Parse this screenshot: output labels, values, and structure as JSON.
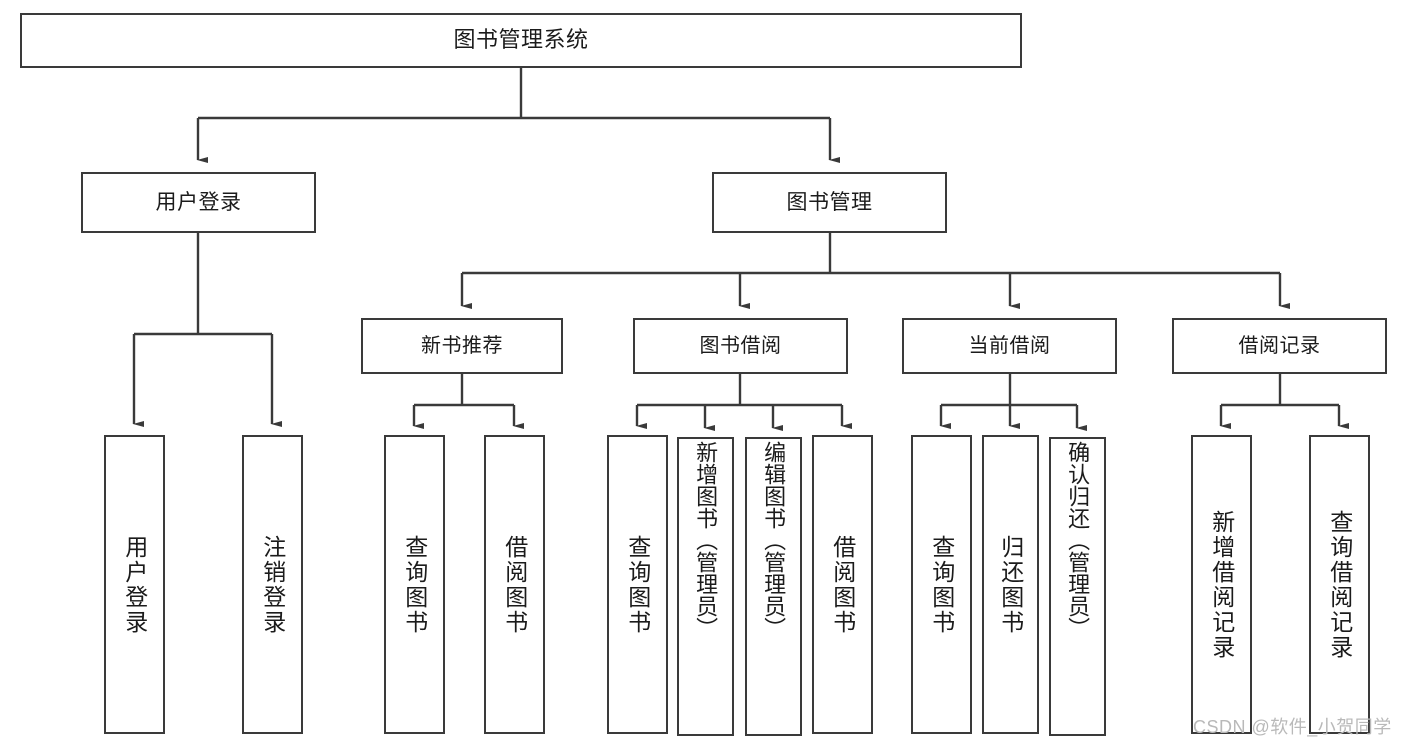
{
  "diagram": {
    "title": "图书管理系统",
    "watermark": "CSDN @软件_小贺同学",
    "stroke_color": "#3a3a3a",
    "text_color": "#1b1b1b",
    "background": "#ffffff"
  },
  "nodes": {
    "root": {
      "label": "图书管理系统"
    },
    "level2": [
      {
        "label": "用户登录"
      },
      {
        "label": "图书管理"
      }
    ],
    "level3": [
      {
        "label": "新书推荐"
      },
      {
        "label": "图书借阅"
      },
      {
        "label": "当前借阅"
      },
      {
        "label": "借阅记录"
      }
    ],
    "leaves": {
      "user_login": [
        {
          "label": "用户登录"
        },
        {
          "label": "注销登录"
        }
      ],
      "new_book": [
        {
          "label": "查询图书"
        },
        {
          "label": "借阅图书"
        }
      ],
      "borrow_book": [
        {
          "label": "查询图书"
        },
        {
          "label": "新增图书（管理员）"
        },
        {
          "label": "编辑图书（管理员）"
        },
        {
          "label": "借阅图书"
        }
      ],
      "current_borrow": [
        {
          "label": "查询图书"
        },
        {
          "label": "归还图书"
        },
        {
          "label": "确认归还（管理员）"
        }
      ],
      "borrow_record": [
        {
          "label": "新增借阅记录"
        },
        {
          "label": "查询借阅记录"
        }
      ]
    }
  },
  "chart_data": {
    "type": "tree",
    "title": "图书管理系统",
    "orientation": "top-down",
    "nodes": [
      {
        "id": "root",
        "label": "图书管理系统",
        "level": 0,
        "parent": null
      },
      {
        "id": "user-login",
        "label": "用户登录",
        "level": 1,
        "parent": "root"
      },
      {
        "id": "book-mgmt",
        "label": "图书管理",
        "level": 1,
        "parent": "root"
      },
      {
        "id": "new-book-rec",
        "label": "新书推荐",
        "level": 2,
        "parent": "book-mgmt"
      },
      {
        "id": "book-borrow",
        "label": "图书借阅",
        "level": 2,
        "parent": "book-mgmt"
      },
      {
        "id": "current-borrow",
        "label": "当前借阅",
        "level": 2,
        "parent": "book-mgmt"
      },
      {
        "id": "borrow-record",
        "label": "借阅记录",
        "level": 2,
        "parent": "book-mgmt"
      },
      {
        "id": "ul-1",
        "label": "用户登录",
        "level": 2,
        "parent": "user-login"
      },
      {
        "id": "ul-2",
        "label": "注销登录",
        "level": 2,
        "parent": "user-login"
      },
      {
        "id": "nb-1",
        "label": "查询图书",
        "level": 3,
        "parent": "new-book-rec"
      },
      {
        "id": "nb-2",
        "label": "借阅图书",
        "level": 3,
        "parent": "new-book-rec"
      },
      {
        "id": "bb-1",
        "label": "查询图书",
        "level": 3,
        "parent": "book-borrow"
      },
      {
        "id": "bb-2",
        "label": "新增图书（管理员）",
        "level": 3,
        "parent": "book-borrow"
      },
      {
        "id": "bb-3",
        "label": "编辑图书（管理员）",
        "level": 3,
        "parent": "book-borrow"
      },
      {
        "id": "bb-4",
        "label": "借阅图书",
        "level": 3,
        "parent": "book-borrow"
      },
      {
        "id": "cb-1",
        "label": "查询图书",
        "level": 3,
        "parent": "current-borrow"
      },
      {
        "id": "cb-2",
        "label": "归还图书",
        "level": 3,
        "parent": "current-borrow"
      },
      {
        "id": "cb-3",
        "label": "确认归还（管理员）",
        "level": 3,
        "parent": "current-borrow"
      },
      {
        "id": "br-1",
        "label": "新增借阅记录",
        "level": 3,
        "parent": "borrow-record"
      },
      {
        "id": "br-2",
        "label": "查询借阅记录",
        "level": 3,
        "parent": "borrow-record"
      }
    ]
  }
}
